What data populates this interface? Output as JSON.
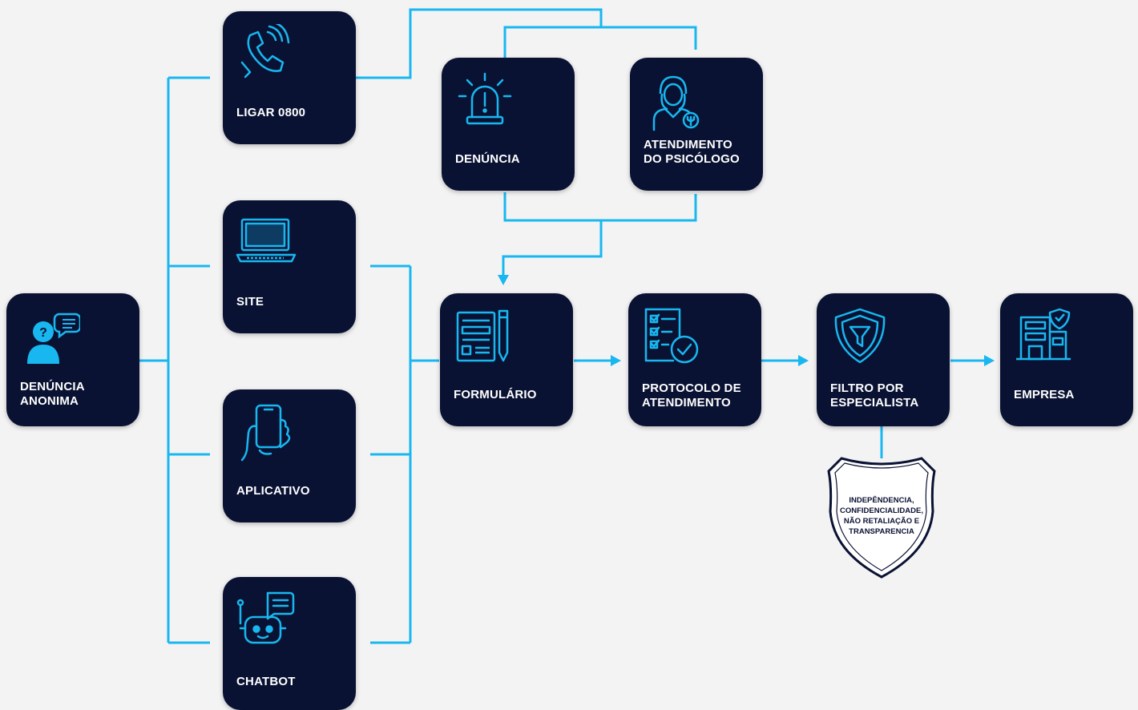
{
  "colors": {
    "box": "#0a1233",
    "accent": "#18b7f0",
    "background": "#f3f3f4"
  },
  "boxes": {
    "denuncia_anonima": {
      "line1": "DENÚNCIA",
      "line2": "ANONIMA",
      "icon": "anonymous-person-icon"
    },
    "ligar": {
      "line1": "LIGAR 0800",
      "icon": "phone-call-icon"
    },
    "site": {
      "line1": "SITE",
      "icon": "laptop-icon"
    },
    "aplicativo": {
      "line1": "APLICATIVO",
      "icon": "smartphone-icon"
    },
    "chatbot": {
      "line1": "CHATBOT",
      "icon": "robot-icon"
    },
    "denuncia": {
      "line1": "DENÚNCIA",
      "icon": "alarm-siren-icon"
    },
    "psicologo": {
      "line1": "ATENDIMENTO",
      "line2": "DO PSICÓLOGO",
      "icon": "psychologist-icon"
    },
    "formulario": {
      "line1": "FORMULÁRIO",
      "icon": "form-icon"
    },
    "protocolo": {
      "line1": "PROTOCOLO DE",
      "line2": "ATENDIMENTO",
      "icon": "checklist-icon"
    },
    "filtro": {
      "line1": "FILTRO POR",
      "line2": "ESPECIALISTA",
      "icon": "filter-shield-icon"
    },
    "empresa": {
      "line1": "EMPRESA",
      "icon": "building-icon"
    }
  },
  "shield": {
    "line1": "INDEPÊNDENCIA,",
    "line2": "CONFIDENCIALIDADE,",
    "line3": "NÃO RETALIAÇÃO E",
    "line4": "TRANSPARENCIA"
  }
}
